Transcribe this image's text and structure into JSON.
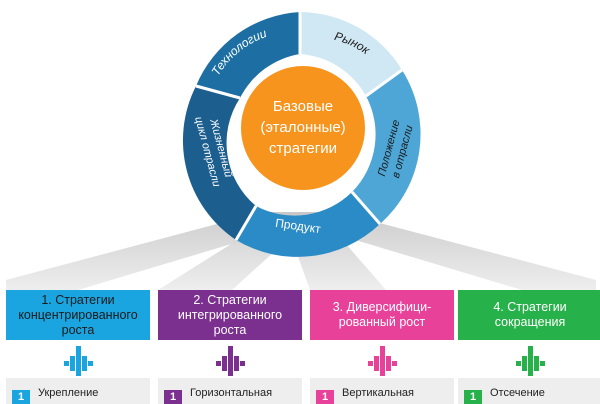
{
  "center": {
    "title_line1": "Базовые",
    "title_line2": "(эталонные)",
    "title_line3": "стратегии",
    "color": "#f7941d"
  },
  "ring": [
    {
      "label": "Технологии",
      "color": "#1d6fa3"
    },
    {
      "label": "Рынок",
      "color": "#cfe8f4"
    },
    {
      "label_line1": "Положение",
      "label_line2": "в отрасли",
      "color": "#4da6d6"
    },
    {
      "label": "Продукт",
      "color": "#2b8bc6"
    },
    {
      "label_line1": "Жизненный",
      "label_line2": "цикл отрасли",
      "color": "#1c5f8f"
    }
  ],
  "categories": [
    {
      "line1": "1.  Стратегии",
      "line2": "концентрированного",
      "line3": "роста",
      "color": "#1ba5e0",
      "text_color": "#1b1b1b",
      "item_num": "1",
      "item_label": "Укрепление"
    },
    {
      "line1": "2.  Стратегии",
      "line2": "интегрированного",
      "line3": "роста",
      "color": "#7b2f8f",
      "text_color": "#ffffff",
      "item_num": "1",
      "item_label": "Горизонтальная"
    },
    {
      "line1": "3.  Диверсифици-",
      "line2": "рованный рост",
      "line3": "",
      "color": "#e8419a",
      "text_color": "#ffffff",
      "item_num": "1",
      "item_label": "Вертикальная"
    },
    {
      "line1": "4.  Стратегии",
      "line2": "сокращения",
      "line3": "",
      "color": "#27b14a",
      "text_color": "#ffffff",
      "item_num": "1",
      "item_label": "Отсечение"
    }
  ]
}
